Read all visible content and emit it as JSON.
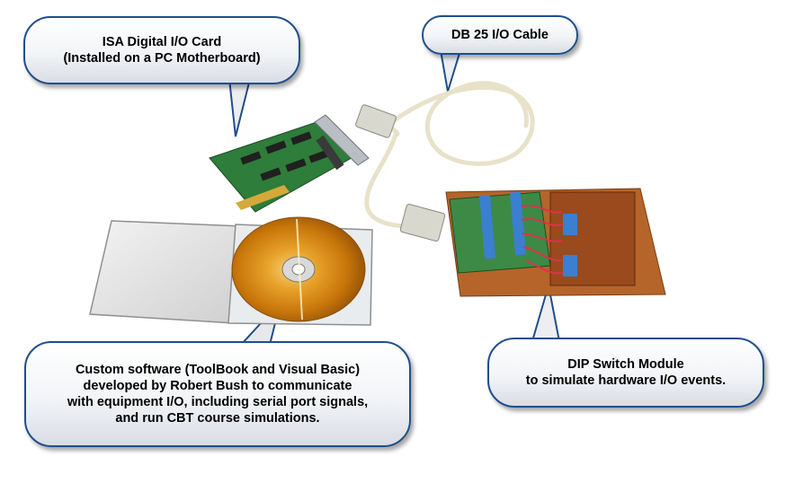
{
  "callouts": {
    "isa_card": {
      "line1": "ISA Digital I/O Card",
      "line2": "(Installed on a PC Motherboard)"
    },
    "cable": {
      "line1": "DB 25 I/O Cable"
    },
    "software": {
      "line1": "Custom software (ToolBook and Visual Basic)",
      "line2": "developed by Robert Bush to communicate",
      "line3": "with equipment I/O, including serial port signals,",
      "line4": "and run CBT course simulations."
    },
    "dip_module": {
      "line1": "DIP Switch Module",
      "line2": "to simulate hardware I/O events."
    }
  },
  "colors": {
    "callout_border": "#1f4e8c",
    "pcb_green": "#2e7d3a",
    "perfboard": "#b5652a",
    "cable_beige": "#e8e2c9",
    "cd_gold": "#d98a12",
    "switch_blue": "#3b7fd0"
  }
}
